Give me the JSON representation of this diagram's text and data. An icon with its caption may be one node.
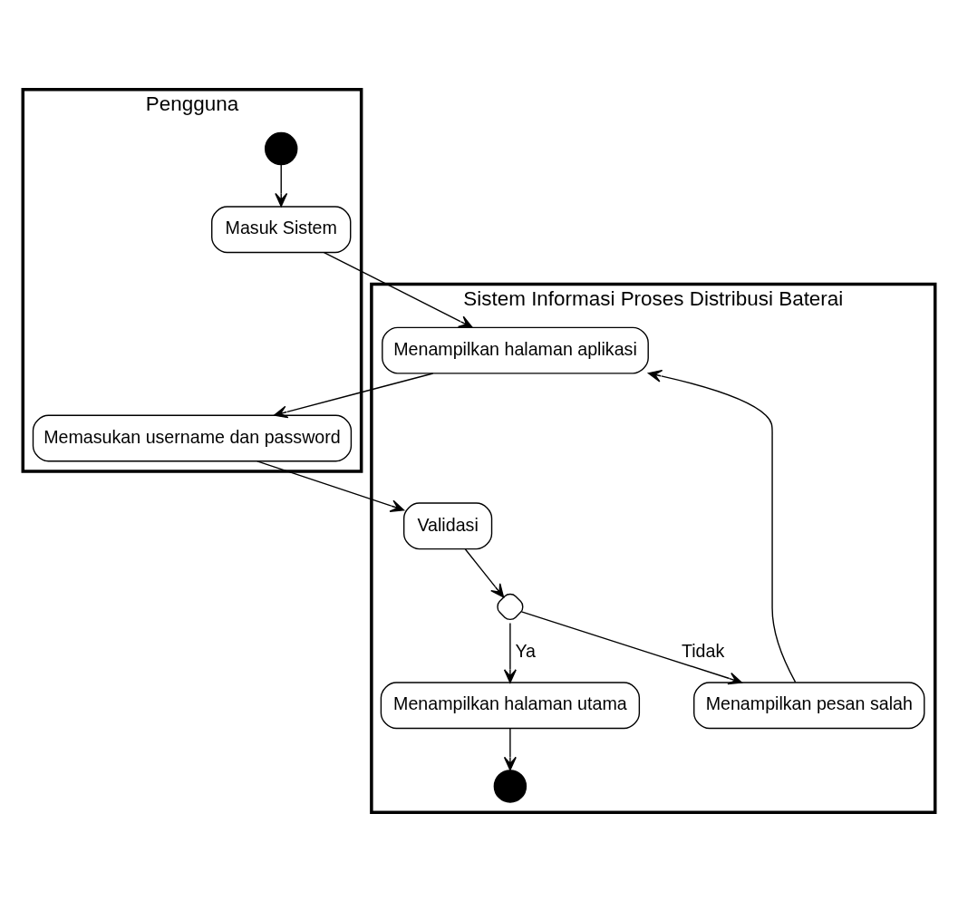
{
  "diagram": {
    "nodes": [
      {
        "text": [
          "Pengguna"
        ]
      },
      {
        "text": [
          "Sistem Informasi Proses Distribusi Baterai"
        ]
      },
      {
        "text": [],
        "shape": "circle",
        "in": 0
      },
      {
        "text": [
          "Masuk Sistem"
        ],
        "in": 0
      },
      {
        "text": [
          "Memasukan username dan password"
        ],
        "in": 0
      },
      {
        "text": [
          "Menampilkan halaman aplikasi"
        ],
        "in": 1
      },
      {
        "text": [
          "Validasi"
        ],
        "in": 1
      },
      {
        "text": [],
        "shape": "diamond",
        "in": 1
      },
      {
        "text": [
          "Menampilkan pesan salah"
        ],
        "in": 1
      },
      {
        "text": [
          "Menampilkan halaman utama"
        ],
        "in": 1
      },
      {
        "text": [],
        "shape": "circle",
        "in": 1
      }
    ],
    "edges": [
      {
        "from": 2,
        "to": 3,
        "arrow": "to"
      },
      {
        "from": 3,
        "to": 5,
        "arrow": "to"
      },
      {
        "from": 5,
        "to": 4,
        "arrow": "to"
      },
      {
        "from": 4,
        "to": 6,
        "arrow": "to"
      },
      {
        "from": 6,
        "to": 7,
        "arrow": "to"
      },
      {
        "from": 7,
        "to": 8,
        "arrow": "to",
        "label": "Tidak"
      },
      {
        "from": 8,
        "to": 5,
        "arrow": "to"
      },
      {
        "from": 7,
        "to": 9,
        "arrow": "to",
        "label": "Ya"
      },
      {
        "from": 9,
        "to": 10,
        "arrow": "to"
      }
    ]
  }
}
